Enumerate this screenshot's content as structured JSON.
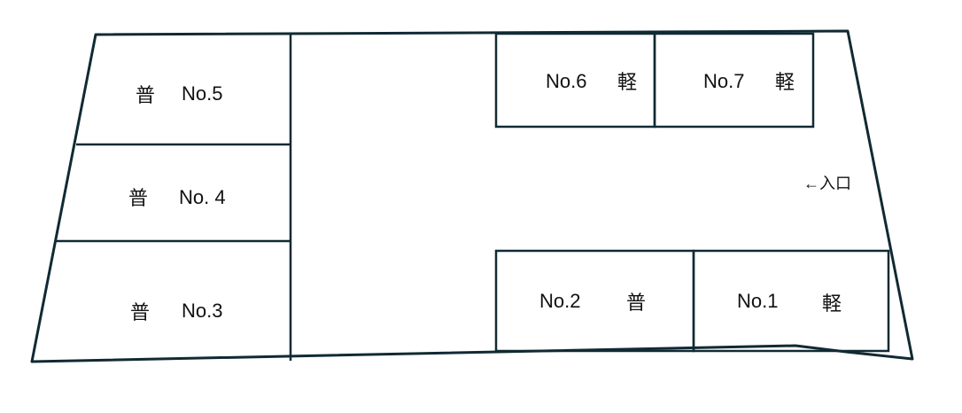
{
  "colors": {
    "line": "#102a33",
    "text": "#111111",
    "background": "#ffffff"
  },
  "spaces": {
    "no5": {
      "type": "普",
      "number": "No.5"
    },
    "no4": {
      "type": "普",
      "number": "No. 4"
    },
    "no3": {
      "type": "普",
      "number": "No.3"
    },
    "no6": {
      "number": "No.6",
      "type": "軽"
    },
    "no7": {
      "number": "No.7",
      "type": "軽"
    },
    "no2": {
      "number": "No.2",
      "type": "普"
    },
    "no1": {
      "number": "No.1",
      "type": "軽"
    }
  },
  "entrance": {
    "label": "←入口"
  }
}
